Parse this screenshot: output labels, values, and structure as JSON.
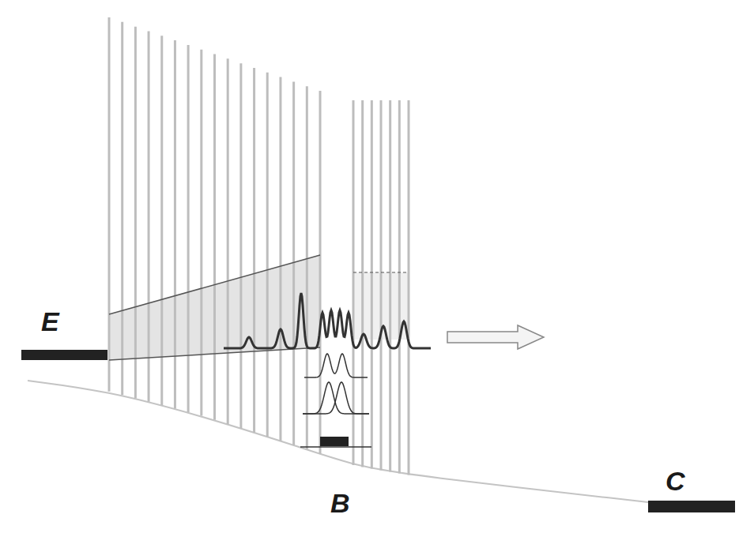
{
  "diagram": {
    "labels": [
      "E",
      "B",
      "C"
    ]
  }
}
